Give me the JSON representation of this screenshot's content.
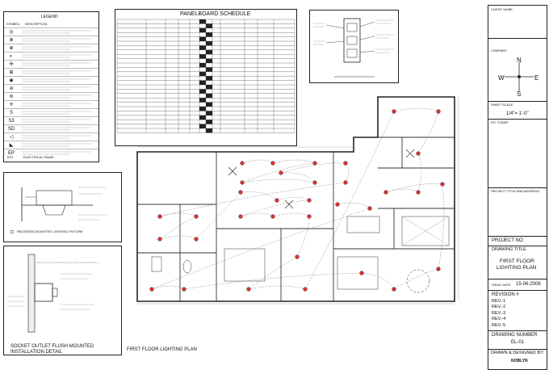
{
  "legend": {
    "title": "LEGEND",
    "col_symbol": "SYMBOL",
    "col_description": "DESCRIPTION",
    "items": [
      {
        "icon": "recessed-light-icon",
        "glyph": "◎"
      },
      {
        "icon": "wall-light-icon",
        "glyph": "⊗"
      },
      {
        "icon": "pendant-icon",
        "glyph": "⊕"
      },
      {
        "icon": "sconce-icon",
        "glyph": "◐"
      },
      {
        "icon": "fan-icon",
        "glyph": "✣"
      },
      {
        "icon": "exhaust-icon",
        "glyph": "⊞"
      },
      {
        "icon": "spot-icon",
        "glyph": "◉"
      },
      {
        "icon": "outlet-icon",
        "glyph": "⊖"
      },
      {
        "icon": "gfci-icon",
        "glyph": "⊜"
      },
      {
        "icon": "starburst-icon",
        "glyph": "✳"
      },
      {
        "icon": "switch-icon",
        "glyph": "S"
      },
      {
        "icon": "switch3-icon",
        "glyph": "S3"
      },
      {
        "icon": "dimmer-icon",
        "glyph": "SD"
      },
      {
        "icon": "data-icon",
        "glyph": "◁"
      },
      {
        "icon": "wiring-icon",
        "glyph": "◣"
      },
      {
        "icon": "epanel-icon",
        "glyph": "EP"
      }
    ],
    "last_label": "ELECTRICAL PANEL",
    "last_symbol": "EP1"
  },
  "panel": {
    "title": "PANELBOARD SCHEDULE"
  },
  "details": {
    "recessed_caption": "RECESSED MOUNTED LIGHTING FIXTURE",
    "socket_caption_1": "SOCKET OUTLET FLUSH MOUNTED",
    "socket_caption_2": "INSTALLATION DETAIL"
  },
  "plan": {
    "caption": "FIRST FLOOR LIGHTING PLAN"
  },
  "title_block": {
    "compass": {
      "n": "N",
      "s": "S",
      "w": "W",
      "e": "E"
    },
    "scale": "1/4\"= 1'-0\"",
    "project_no_label": "PROJECT NO:",
    "drawing_title_label": "DRAWING TITLE",
    "drawing_title_1": "FIRST FLOOR",
    "drawing_title_2": "LIGHTING PLAN",
    "issue_date_label": "ISSUE DATE",
    "issue_date": "15-06-2006",
    "revision_label": "REVISION #",
    "revisions": [
      "REV.-1",
      "REV.-2",
      "REV.-3",
      "REV.-4",
      "REV.-5"
    ],
    "drawing_number_label": "DRAWING NUMBER",
    "drawing_number": "EL-01",
    "drawn_by_label": "DRAWN & DESIGNED BY:",
    "drawn_by": "NOBLYN"
  }
}
